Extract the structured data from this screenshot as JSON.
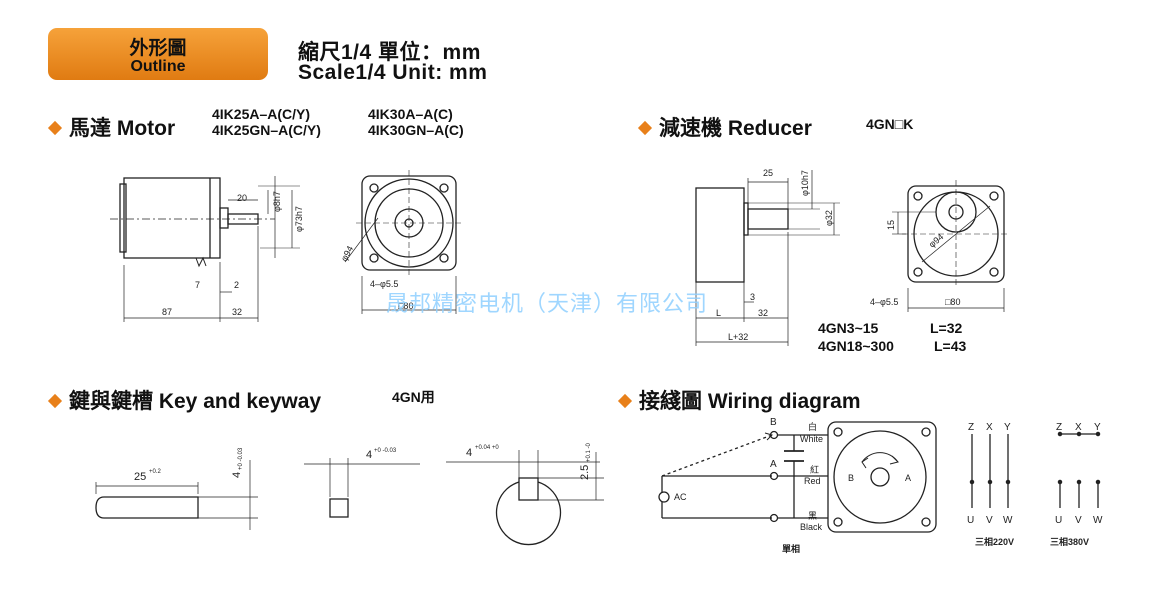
{
  "header": {
    "badge_zh": "外形圖",
    "badge_en": "Outline",
    "scale_zh": "縮尺1/4 單位：mm",
    "scale_en": "Scale1/4 Unit: mm"
  },
  "motor": {
    "title": "馬達 Motor",
    "models": [
      "4IK25A–A(C/Y)",
      "4IK25GN–A(C/Y)",
      "4IK30A–A(C)",
      "4IK30GN–A(C)"
    ],
    "dims": {
      "len1": "87",
      "len2": "32",
      "d20": "20",
      "d7": "7",
      "d2": "2",
      "shaft": "φ8h7",
      "pilot": "φ73h7",
      "pcd": "φ94",
      "holes": "4–φ5.5",
      "square": "□80"
    }
  },
  "reducer": {
    "title": "減速機 Reducer",
    "model": "4GN□K",
    "dims": {
      "d25": "25",
      "shaft": "φ10h7",
      "boss": "φ32",
      "d15": "15",
      "d3": "3",
      "L": "L",
      "d32": "32",
      "Lplus": "L+32",
      "pcd": "φ94",
      "holes": "4–φ5.5",
      "square": "□80"
    },
    "table": [
      {
        "range": "4GN3~15",
        "length": "L=32"
      },
      {
        "range": "4GN18~300",
        "length": "L=43"
      }
    ]
  },
  "key": {
    "title": "鍵與鍵槽 Key and keyway",
    "note": "4GN用",
    "d25": "25",
    "d25_tol": "+0.2",
    "d4": "4",
    "d4_tol": "+0 -0.03",
    "d4b": "4",
    "d4b_tol": "+0 -0.03",
    "d4c": "4",
    "d4c_tol": "+0.04 +0",
    "d25b": "2.5",
    "d25b_tol": "+0.1 -0"
  },
  "wiring": {
    "title": "接綫圖 Wiring diagram",
    "terminals": [
      {
        "letter": "B",
        "zh": "白",
        "en": "White"
      },
      {
        "letter": "A",
        "zh": "紅",
        "en": "Red"
      },
      {
        "letter": "",
        "zh": "黑",
        "en": "Black"
      }
    ],
    "ac": "AC",
    "single_phase": "單相",
    "rot_b": "B",
    "rot_a": "A",
    "three_220": {
      "top": [
        "Z",
        "X",
        "Y"
      ],
      "bottom": [
        "U",
        "V",
        "W"
      ],
      "label": "三相220V"
    },
    "three_380": {
      "top": [
        "Z",
        "X",
        "Y"
      ],
      "bottom": [
        "U",
        "V",
        "W"
      ],
      "label": "三相380V"
    }
  },
  "watermark": "晟邦精密电机（天津）有限公司",
  "colors": {
    "accent": "#e8801a",
    "badge_top": "#f6a23a",
    "badge_bottom": "#e07b12",
    "watermark": "#8fd0ff"
  }
}
